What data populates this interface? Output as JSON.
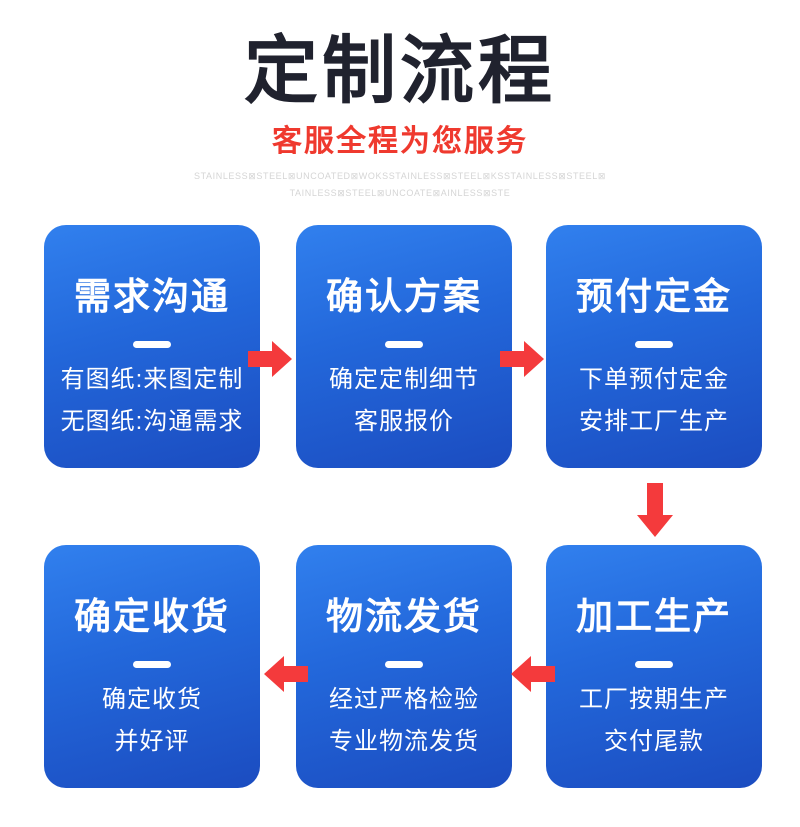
{
  "header": {
    "title": "定制流程",
    "subtitle": "客服全程为您服务",
    "watermark_line1": "STAINLESS⊠STEEL⊠UNCOATED⊠WOKSSTAINLESS⊠STEEL⊠KSSTAINLESS⊠STEEL⊠",
    "watermark_line2": "TAINLESS⊠STEEL⊠UNCOATE⊠AINLESS⊠STE"
  },
  "steps": [
    {
      "title": "需求沟通",
      "line1": "有图纸:来图定制",
      "line2": "无图纸:沟通需求"
    },
    {
      "title": "确认方案",
      "line1": "确定定制细节",
      "line2": "客服报价"
    },
    {
      "title": "预付定金",
      "line1": "下单预付定金",
      "line2": "安排工厂生产"
    },
    {
      "title": "加工生产",
      "line1": "工厂按期生产",
      "line2": "交付尾款"
    },
    {
      "title": "物流发货",
      "line1": "经过严格检验",
      "line2": "专业物流发货"
    },
    {
      "title": "确定收货",
      "line1": "确定收货",
      "line2": "并好评"
    }
  ],
  "flow": {
    "arrows": [
      "right",
      "right",
      "down",
      "left",
      "left"
    ]
  },
  "colors": {
    "title_text": "#20222e",
    "subtitle_red": "#ef392e",
    "arrow_red": "#f43a3c",
    "box_gradient_top": "#3180ee",
    "box_gradient_bottom": "#1b4cc0",
    "box_text": "#ffffff",
    "watermark_gray": "#d5d5d5"
  }
}
